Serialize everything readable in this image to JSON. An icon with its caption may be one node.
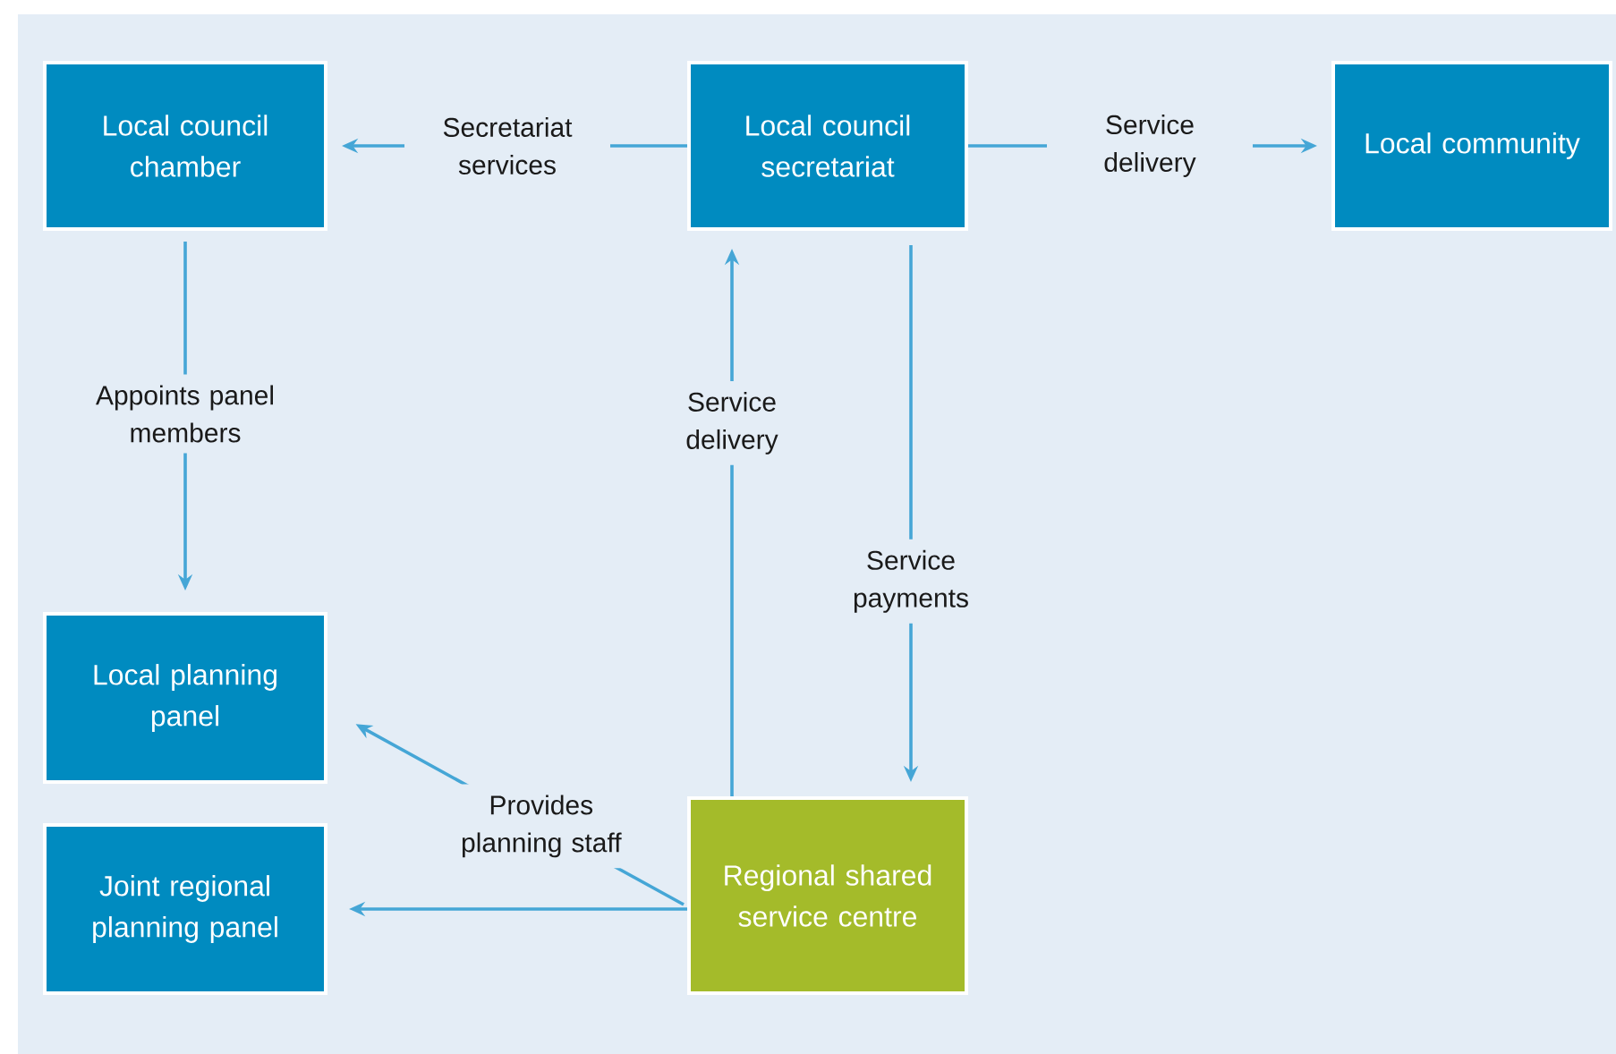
{
  "diagram": {
    "nodes": [
      {
        "text": [
          "Local council chamber"
        ]
      },
      {
        "text": [
          "Local council secretariat"
        ]
      },
      {
        "text": [
          "Local community"
        ]
      },
      {
        "text": [
          "Local planning panel"
        ]
      },
      {
        "text": [
          "Joint regional planning panel"
        ]
      },
      {
        "text": [
          "Regional shared service centre"
        ]
      }
    ],
    "edges": [
      {
        "from": 1,
        "to": 0,
        "arrow": "to",
        "label": "Secretariat services"
      },
      {
        "from": 1,
        "to": 2,
        "arrow": "to",
        "label": "Service delivery"
      },
      {
        "from": 0,
        "to": 3,
        "arrow": "to",
        "label": "Appoints panel members"
      },
      {
        "from": 5,
        "to": 1,
        "arrow": "to",
        "label": "Service delivery"
      },
      {
        "from": 1,
        "to": 5,
        "arrow": "to",
        "label": "Service payments"
      },
      {
        "from": 5,
        "to": 3,
        "arrow": "to",
        "label": "Provides planning staff"
      },
      {
        "from": 5,
        "to": 4,
        "arrow": "to"
      }
    ]
  }
}
